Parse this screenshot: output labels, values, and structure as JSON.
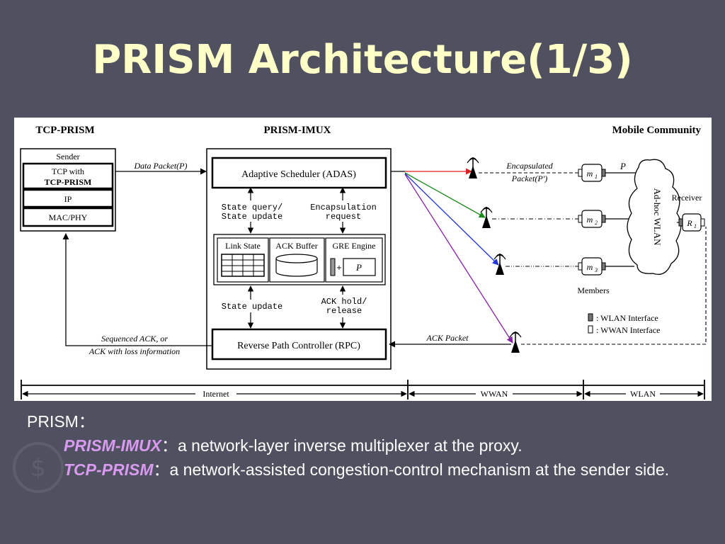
{
  "slide": {
    "title": "PRISM Architecture(1/3)"
  },
  "diagram": {
    "sections": {
      "left": "TCP-PRISM",
      "middle": "PRISM-IMUX",
      "right": "Mobile Community"
    },
    "sender_stack": {
      "sender": "Sender",
      "tcp_line1": "TCP with",
      "tcp_line2": "TCP-PRISM",
      "ip": "IP",
      "macphy": "MAC/PHY"
    },
    "imux": {
      "adas": "Adaptive Scheduler (ADAS)",
      "state_query_1": "State query/",
      "state_query_2": "State update",
      "encap_req_1": "Encapsulation",
      "encap_req_2": "request",
      "link_state": "Link State",
      "ack_buffer": "ACK Buffer",
      "gre_engine": "GRE Engine",
      "gre_p": "P",
      "state_update": "State update",
      "ack_hold_1": "ACK hold/",
      "ack_hold_2": "release",
      "rpc": "Reverse Path Controller (RPC)"
    },
    "flows": {
      "data_packet": "Data Packet(P)",
      "sequenced_ack_1": "Sequenced ACK, or",
      "sequenced_ack_2": "ACK with loss information",
      "encapsulated_1": "Encapsulated",
      "encapsulated_2": "Packet(P')",
      "ack_packet": "ACK Packet",
      "p_label": "P"
    },
    "community": {
      "m1": "m",
      "m1_sub": "1",
      "m2": "m",
      "m2_sub": "2",
      "m3": "m",
      "m3_sub": "3",
      "members": "Members",
      "adhoc": "Ad-hoc WLAN",
      "receiver": "Receiver",
      "r1": "R",
      "r1_sub": "1",
      "legend_wlan": ": WLAN Interface",
      "legend_wwan": ": WWAN Interface"
    },
    "ranges": {
      "internet": "Internet",
      "wwan": "WWAN",
      "wlan": "WLAN"
    },
    "colors": {
      "red": "#e02020",
      "green": "#1a8a1a",
      "blue": "#1f35d8",
      "purple": "#8a1fa8"
    }
  },
  "bullets": {
    "heading": "PRISM：",
    "item1_term": "PRISM-IMUX",
    "item1_text": "：a network-layer inverse multiplexer at the proxy.",
    "item2_term": "TCP-PRISM",
    "item2_text": "：a network-assisted congestion-control mechanism at the sender side."
  }
}
